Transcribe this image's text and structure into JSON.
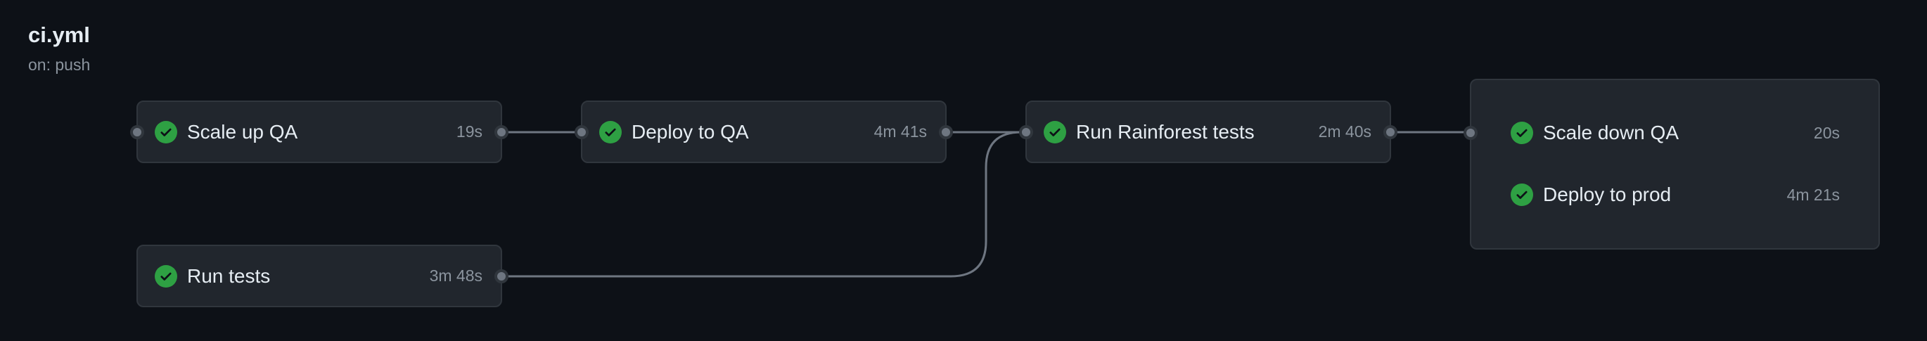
{
  "workflow": {
    "file_name": "ci.yml",
    "trigger": "on: push"
  },
  "jobs": {
    "scale_up_qa": {
      "name": "Scale up QA",
      "duration": "19s",
      "status": "success"
    },
    "deploy_to_qa": {
      "name": "Deploy to QA",
      "duration": "4m 41s",
      "status": "success"
    },
    "run_rainforest_tests": {
      "name": "Run Rainforest tests",
      "duration": "2m 40s",
      "status": "success"
    },
    "run_tests": {
      "name": "Run tests",
      "duration": "3m 48s",
      "status": "success"
    },
    "scale_down_qa": {
      "name": "Scale down QA",
      "duration": "20s",
      "status": "success"
    },
    "deploy_to_prod": {
      "name": "Deploy to prod",
      "duration": "4m 21s",
      "status": "success"
    }
  },
  "colors": {
    "background": "#0d1117",
    "card": "#21262d",
    "card_border": "#30363d",
    "success": "#2ea043",
    "text_primary": "#e6edf3",
    "text_muted": "#8b949e",
    "connector": "#6e7681"
  },
  "icons": {
    "status": "check-circle-icon",
    "port": "connector-dot"
  }
}
